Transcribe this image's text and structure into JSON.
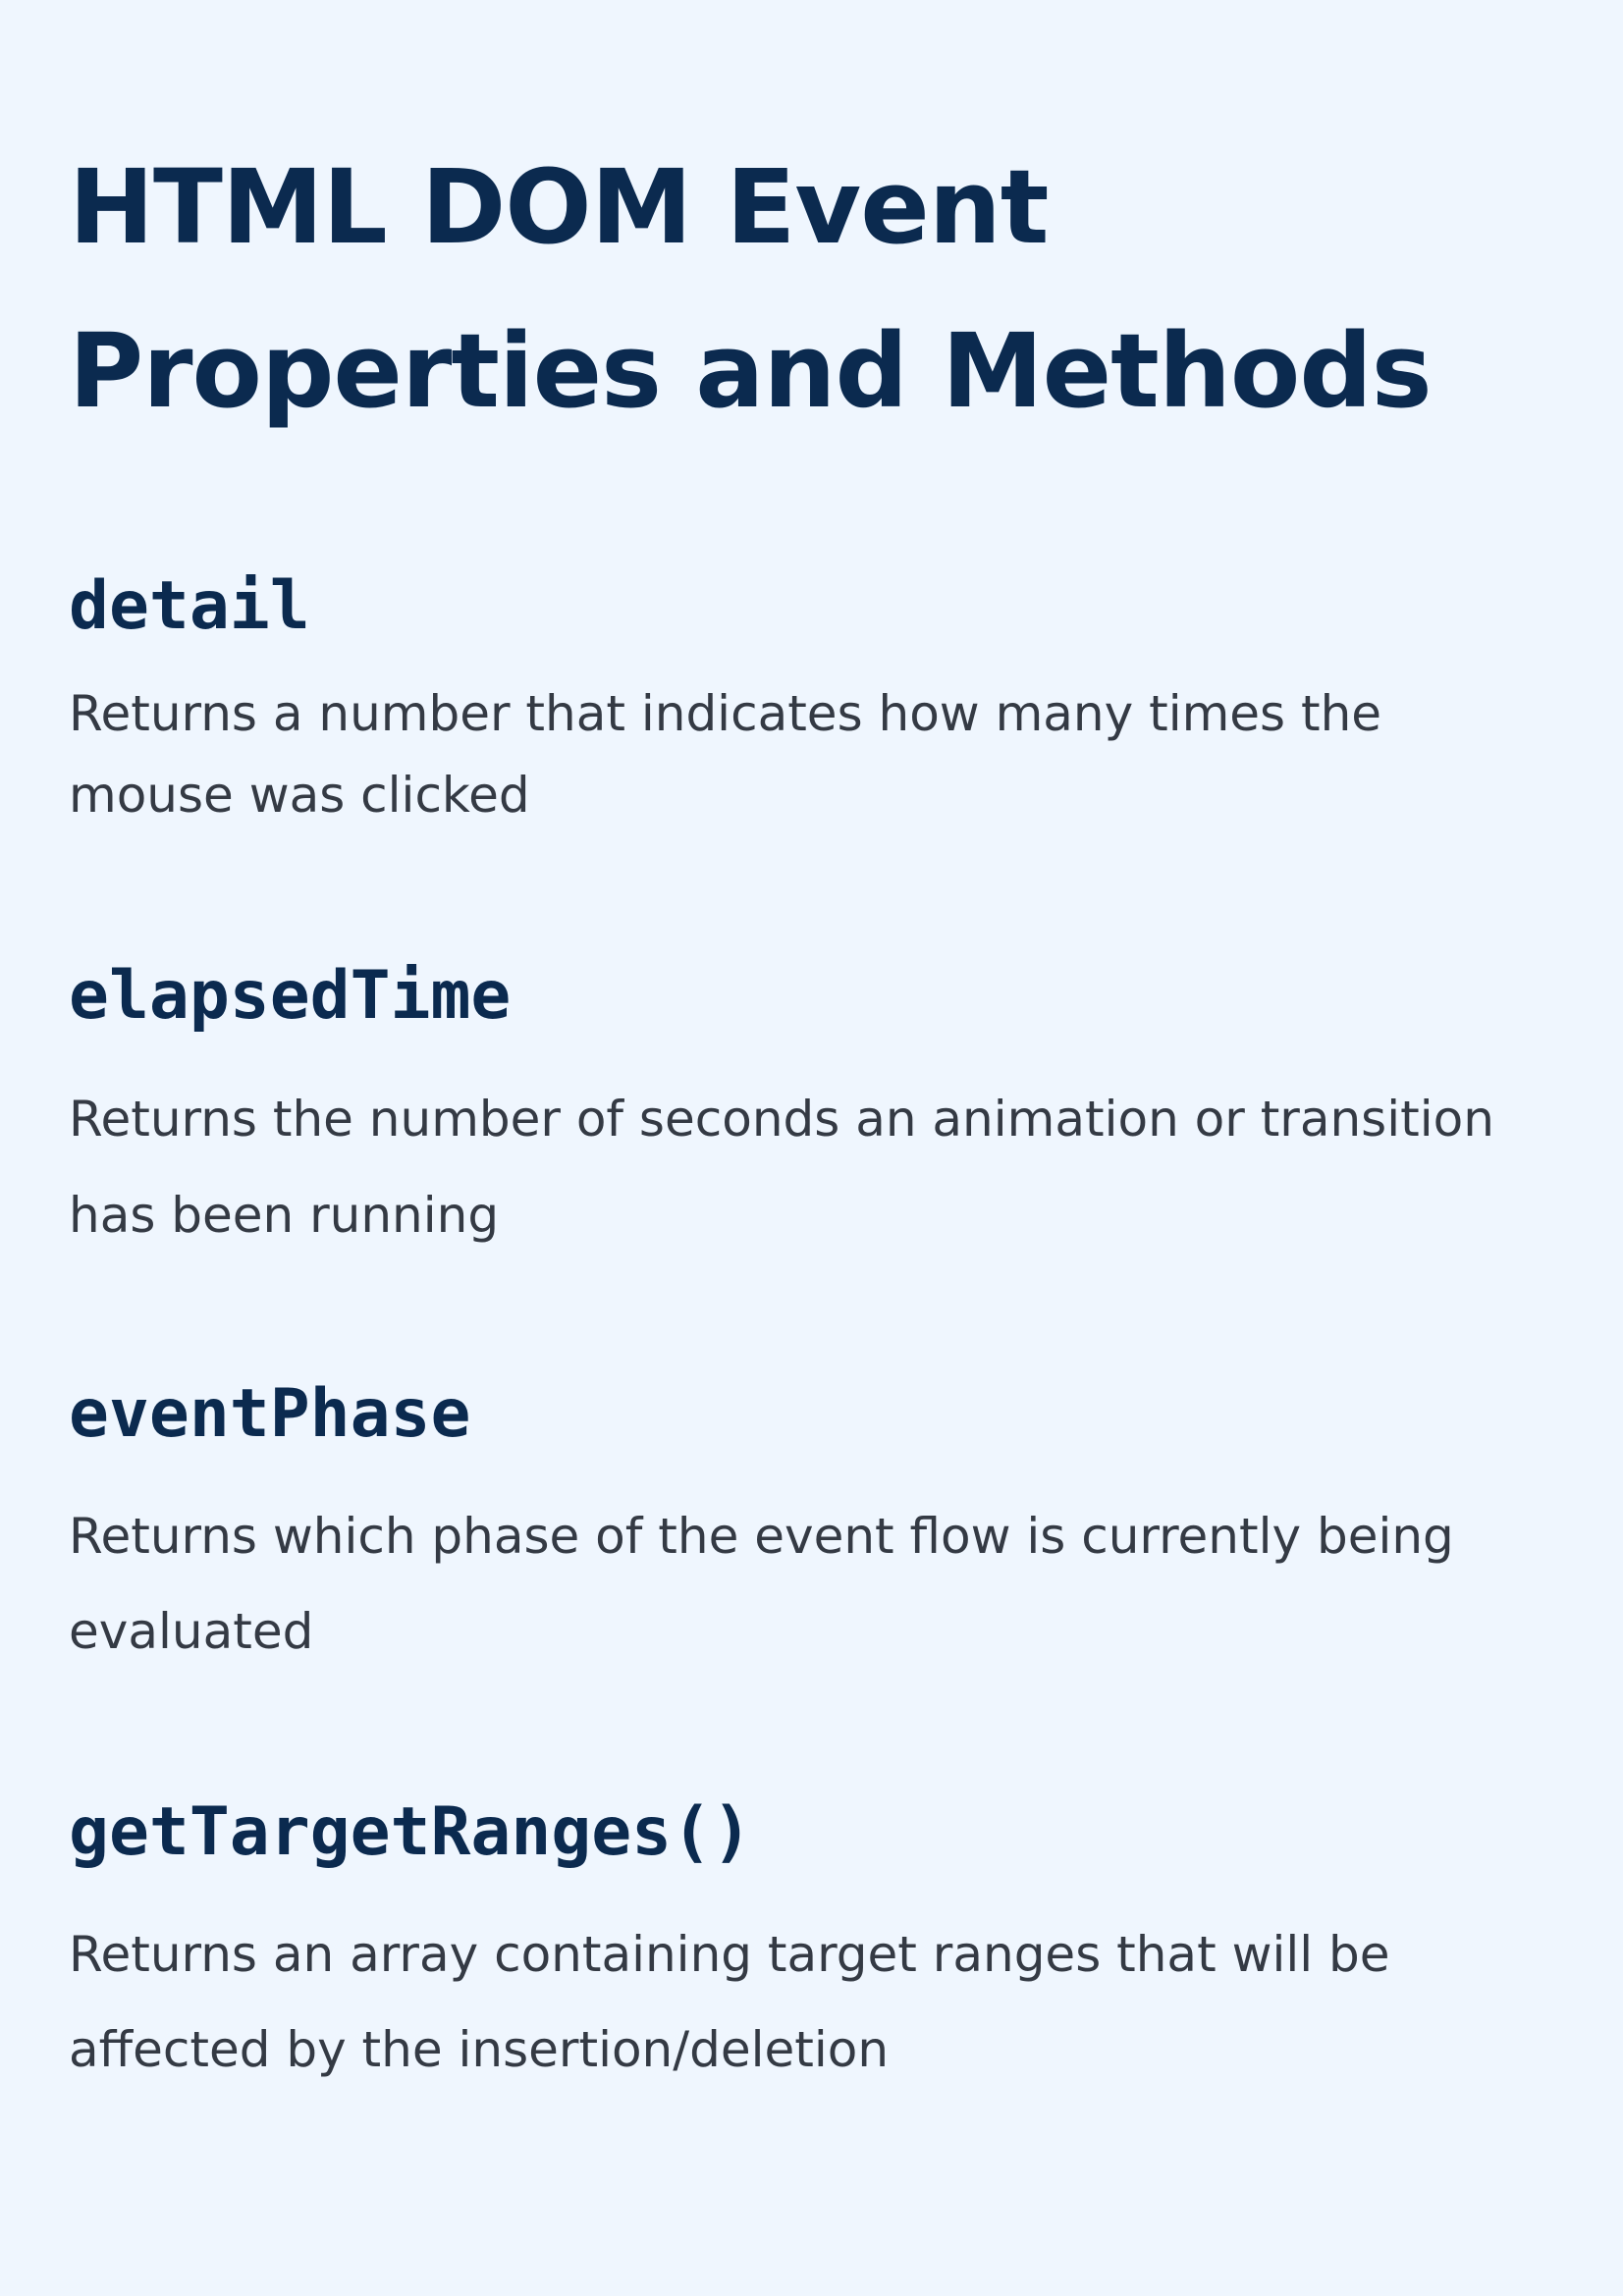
{
  "page": {
    "title": "HTML DOM Event Properties and Methods",
    "background_color": "#eff6fe",
    "heading_color": "#0b2a4f",
    "text_color": "#343a44"
  },
  "entries": [
    {
      "name": "detail",
      "description": "Returns a number that indicates how many times the mouse was clicked"
    },
    {
      "name": "elapsedTime",
      "description": "Returns the number of seconds an animation or transition has been running"
    },
    {
      "name": "eventPhase",
      "description": "Returns which phase of the event flow is currently being evaluated"
    },
    {
      "name": "getTargetRanges()",
      "description": "Returns an array containing target ranges that will be affected by the insertion/deletion"
    }
  ]
}
